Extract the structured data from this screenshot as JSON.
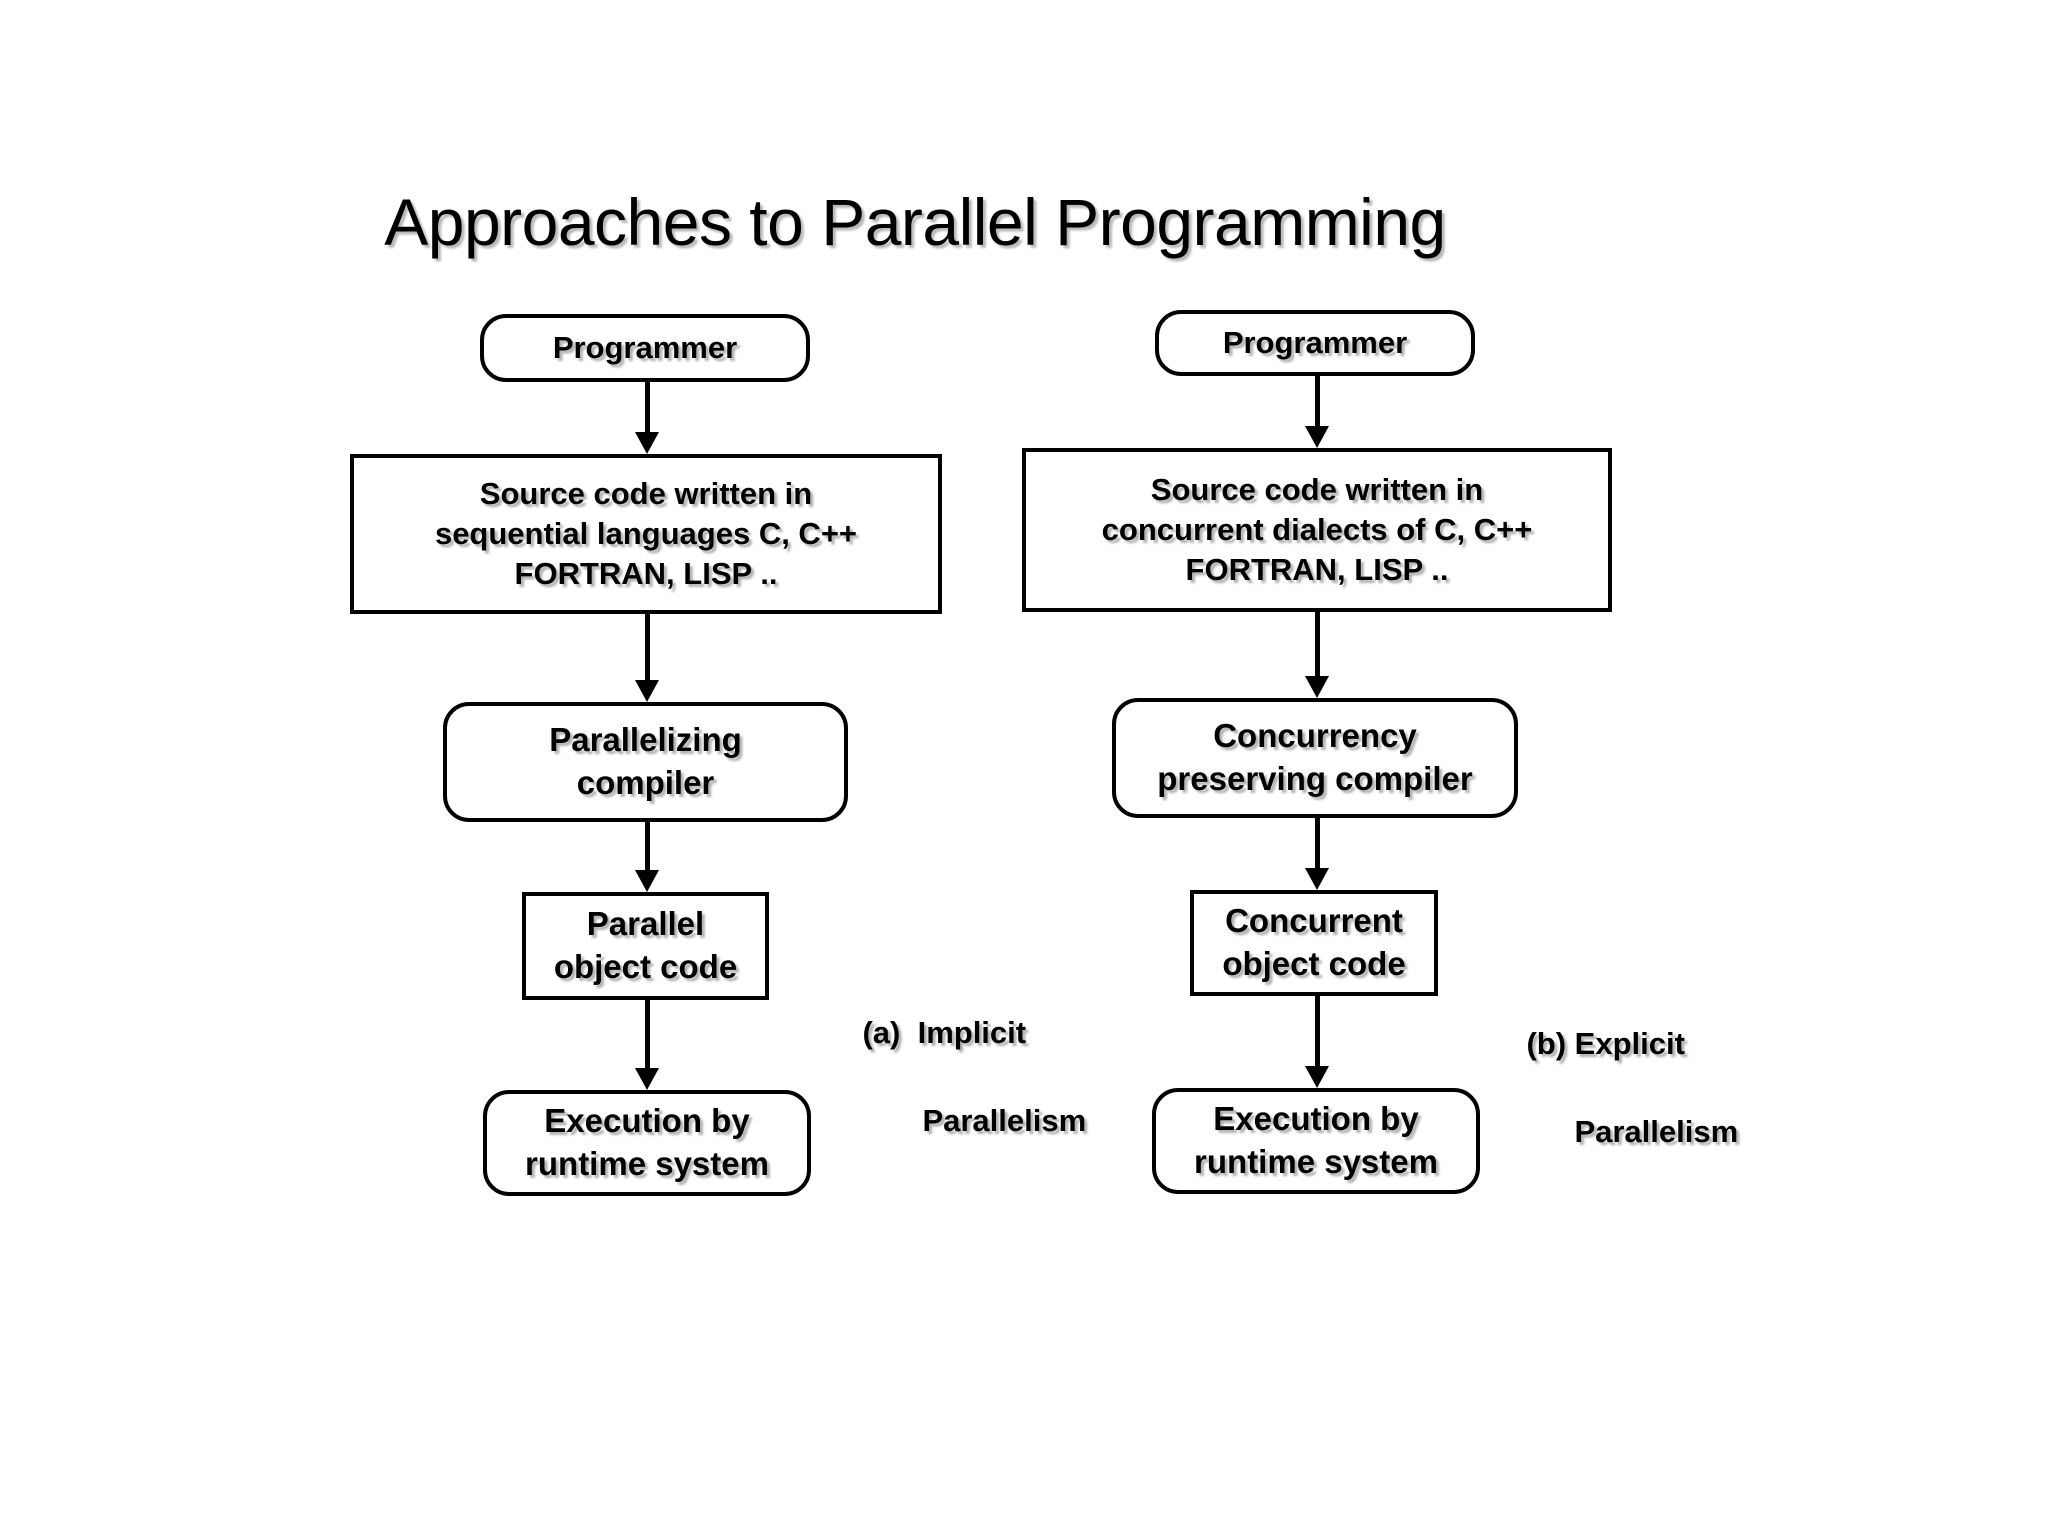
{
  "slide": {
    "title": "Approaches to Parallel Programming",
    "background_color": "#ffffff",
    "stroke_color": "#000000",
    "text_color": "#000000"
  },
  "diagram": {
    "type": "flowchart",
    "orientation": "top-to-bottom",
    "columns": [
      {
        "id": "implicit",
        "caption_marker": "(a)",
        "caption_line1": "Implicit",
        "caption_line2": "Parallelism",
        "nodes": [
          {
            "id": "programmer-a",
            "shape": "rounded-rect",
            "line1": "Programmer",
            "line2": "",
            "line3": ""
          },
          {
            "id": "source-a",
            "shape": "rect",
            "line1": "Source code written in",
            "line2": "sequential languages  C, C++",
            "line3": "FORTRAN, LISP .."
          },
          {
            "id": "compiler-a",
            "shape": "rounded-rect",
            "line1": "Parallelizing",
            "line2": "compiler",
            "line3": ""
          },
          {
            "id": "object-a",
            "shape": "rect",
            "line1": "Parallel",
            "line2": "object code",
            "line3": ""
          },
          {
            "id": "exec-a",
            "shape": "rounded-rect",
            "line1": "Execution by",
            "line2": "runtime system",
            "line3": ""
          }
        ]
      },
      {
        "id": "explicit",
        "caption_marker": "(b)",
        "caption_line1": "Explicit",
        "caption_line2": "Parallelism",
        "nodes": [
          {
            "id": "programmer-b",
            "shape": "rounded-rect",
            "line1": "Programmer",
            "line2": "",
            "line3": ""
          },
          {
            "id": "source-b",
            "shape": "rect",
            "line1": "Source code written in",
            "line2": "concurrent dialects of C, C++",
            "line3": "FORTRAN, LISP .."
          },
          {
            "id": "compiler-b",
            "shape": "rounded-rect",
            "line1": "Concurrency",
            "line2": "preserving compiler",
            "line3": ""
          },
          {
            "id": "object-b",
            "shape": "rect",
            "line1": "Concurrent",
            "line2": "object code",
            "line3": ""
          },
          {
            "id": "exec-b",
            "shape": "rounded-rect",
            "line1": "Execution by",
            "line2": "runtime system",
            "line3": ""
          }
        ]
      }
    ],
    "arrow_count": 8
  }
}
